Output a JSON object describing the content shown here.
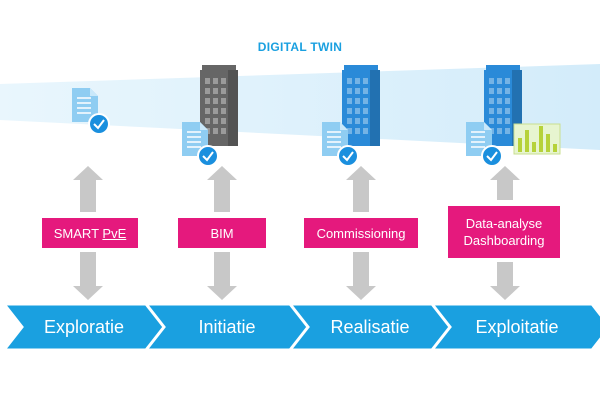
{
  "title": "DIGITAL TWIN",
  "colors": {
    "accent": "#1aa0e0",
    "pink": "#e5197d",
    "arrow_gray": "#c8c8c8",
    "band": "#d6eefb",
    "document": "#8fcdf2",
    "check": "#1a8fde",
    "building_gray": "#666666",
    "building_blue": "#2a8ad8",
    "chart_green": "#b6d23a"
  },
  "phases": [
    {
      "label": "Exploratie",
      "box": [
        "SMART PvE"
      ],
      "icons": [
        "document-icon",
        "check-icon"
      ]
    },
    {
      "label": "Initiatie",
      "box": [
        "BIM"
      ],
      "icons": [
        "gray-building-icon",
        "document-icon",
        "check-icon"
      ]
    },
    {
      "label": "Realisatie",
      "box": [
        "Commissioning"
      ],
      "icons": [
        "blue-building-icon",
        "document-icon",
        "check-icon"
      ]
    },
    {
      "label": "Exploitatie",
      "box": [
        "Data-analyse",
        "Dashboarding"
      ],
      "icons": [
        "blue-building-icon",
        "document-icon",
        "check-icon",
        "bar-chart-icon"
      ]
    }
  ]
}
